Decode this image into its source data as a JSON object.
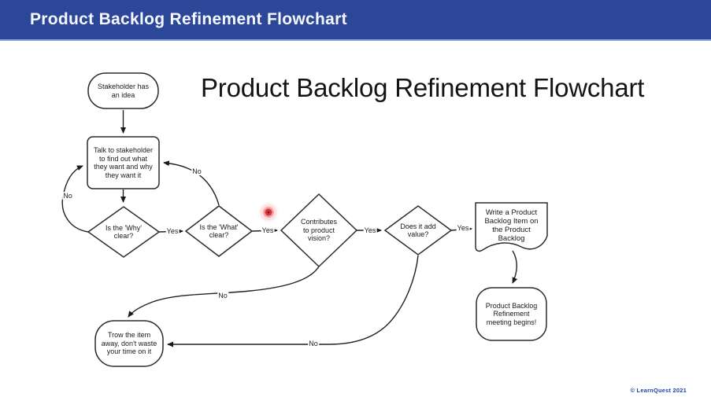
{
  "header": {
    "title": "Product Backlog Refinement Flowchart"
  },
  "slide": {
    "title": "Product Backlog Refinement Flowchart",
    "copyright": "© LearnQuest 2021"
  },
  "flowchart": {
    "nodes": {
      "start": "Stakeholder has\nan idea",
      "talk": "Talk to stakeholder\nto find out what\nthey want and why\nthey want it",
      "why": "Is the 'Why'\nclear?",
      "what": "Is the 'What'\nclear?",
      "vision": "Contributes\nto product\nvision?",
      "value": "Does it add\nvalue?",
      "write": "Write a Product\nBacklog Item on\nthe Product\nBacklog",
      "meeting": "Product Backlog\nRefinement\nmeeting begins!",
      "trow": "Trow the item\naway, don't waste\nyour time on it"
    },
    "edge_labels": {
      "why_yes": "Yes",
      "what_yes": "Yes",
      "vision_yes": "Yes",
      "value_yes": "Yes",
      "why_no": "No",
      "what_no": "No",
      "vision_no": "No",
      "value_no": "No"
    }
  },
  "colors": {
    "header_bg": "#2c4797",
    "header_underline": "#8ba6d9",
    "header_text": "#f5f8ff",
    "shape_stroke": "#2b2b2b",
    "footer_text": "#2244aa",
    "laser_dot": "#d4373d"
  }
}
